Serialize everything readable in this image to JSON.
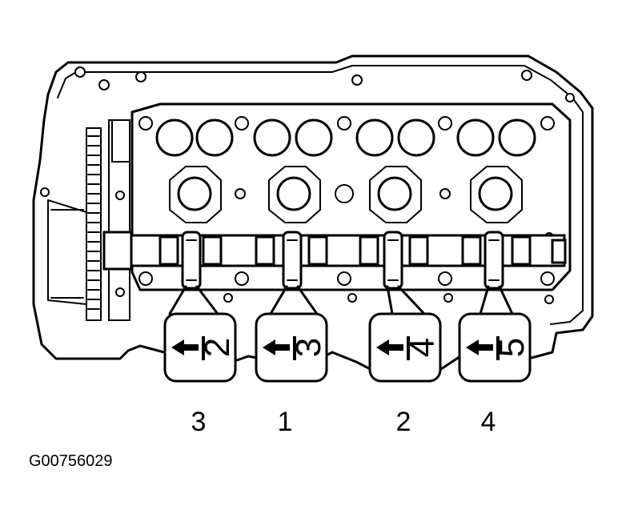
{
  "figure_id": "G00756029",
  "sequence_labels": [
    "3",
    "1",
    "2",
    "4"
  ],
  "cap_markings": [
    "2",
    "3",
    "4",
    "5"
  ]
}
